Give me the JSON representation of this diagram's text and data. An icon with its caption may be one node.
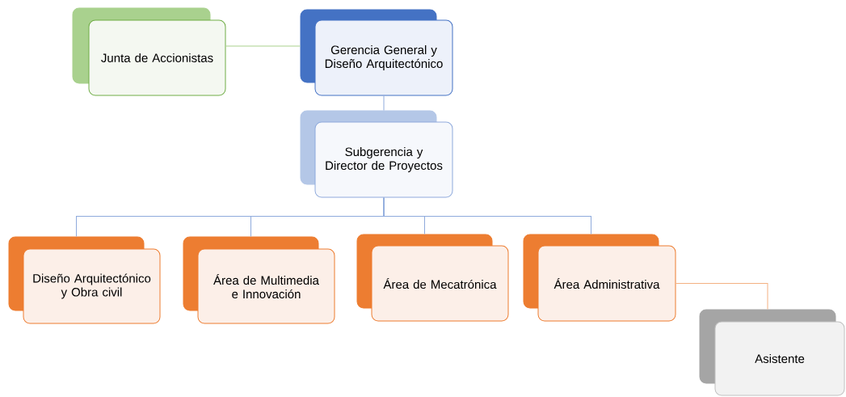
{
  "diagram": {
    "nodes": [
      {
        "text": [
          "Junta de Accionistas"
        ]
      },
      {
        "text": [
          "Gerencia General y Diseño Arquitectónico"
        ]
      },
      {
        "text": [
          "Subgerencia y Director de Proyectos"
        ]
      },
      {
        "text": [
          "Diseño Arquitectónico y Obra civil"
        ]
      },
      {
        "text": [
          "Área de Multimedia e Innovación"
        ]
      },
      {
        "text": [
          "Área de Mecatrónica"
        ]
      },
      {
        "text": [
          "Área Administrativa"
        ]
      },
      {
        "text": [
          "Asistente"
        ]
      }
    ],
    "edges": [
      {
        "from": 0,
        "to": 1,
        "arrow": "none",
        "color": "#a9d18e"
      },
      {
        "from": 1,
        "to": 2,
        "arrow": "none"
      },
      {
        "from": 2,
        "to": 3,
        "arrow": "none"
      },
      {
        "from": 2,
        "to": 4,
        "arrow": "none"
      },
      {
        "from": 2,
        "to": 5,
        "arrow": "none"
      },
      {
        "from": 2,
        "to": 6,
        "arrow": "none"
      },
      {
        "from": 6,
        "to": 7,
        "arrow": "none",
        "color": "#f4b183"
      }
    ]
  }
}
